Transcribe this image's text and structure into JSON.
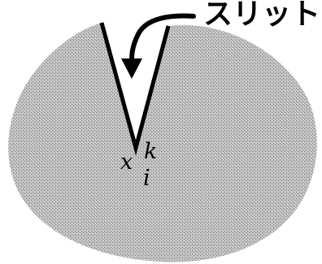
{
  "slit_label": "スリット",
  "symbols": {
    "x": "x",
    "k": "k",
    "i": "i"
  },
  "colors": {
    "disc_fill": "#b4b4b4",
    "outline": "#000000",
    "background": "#ffffff"
  },
  "icons": {
    "pointer": "curved-arrow-icon"
  }
}
